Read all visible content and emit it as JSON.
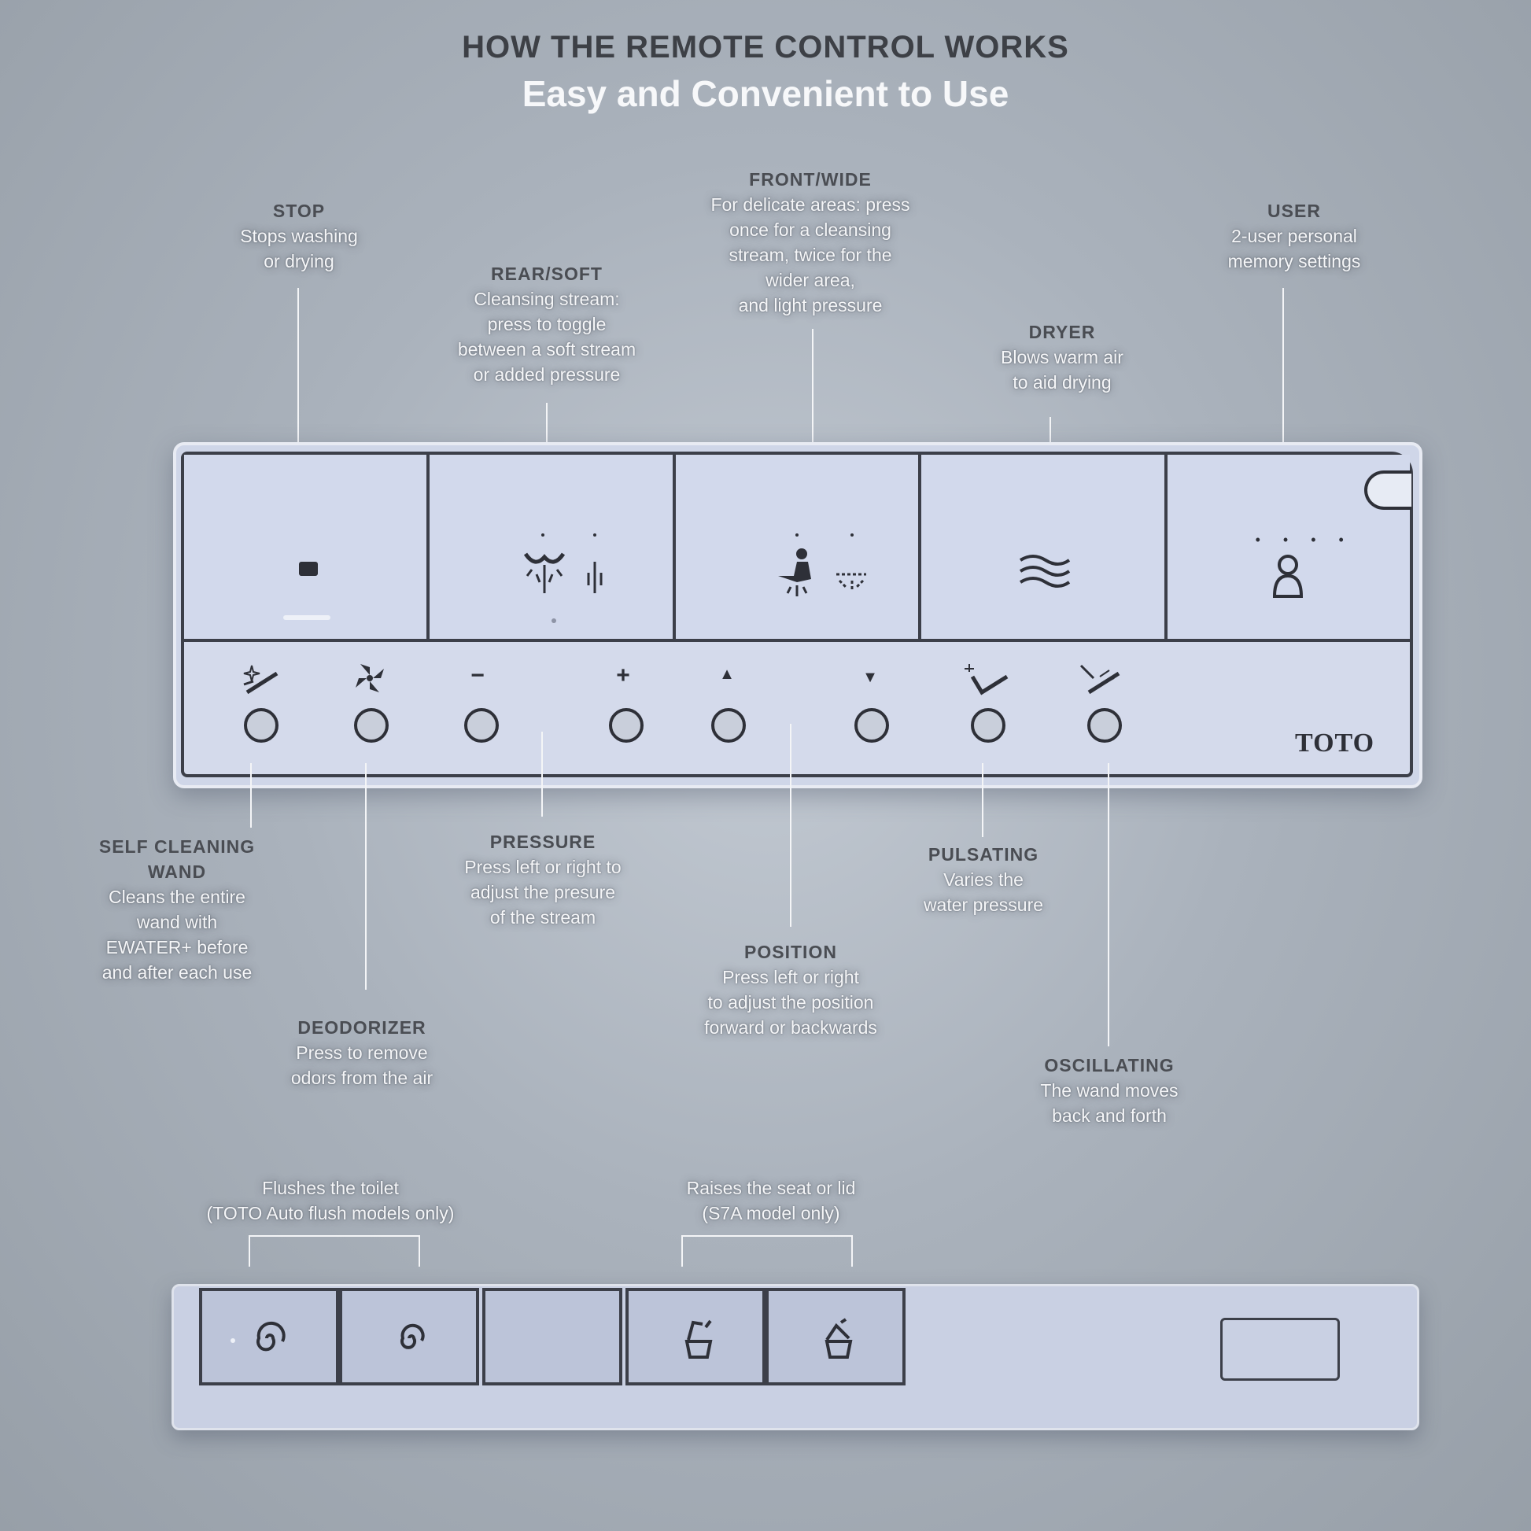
{
  "title": "HOW THE REMOTE CONTROL WORKS",
  "subtitle": "Easy and Convenient to Use",
  "brand": "TOTO",
  "annotations": {
    "stop": {
      "heading": "STOP",
      "lines": [
        "Stops washing",
        "or drying"
      ]
    },
    "rear_soft": {
      "heading": "REAR/SOFT",
      "lines": [
        "Cleansing stream:",
        "press to toggle",
        "between a soft stream",
        "or added pressure"
      ]
    },
    "front_wide": {
      "heading": "FRONT/WIDE",
      "lines": [
        "For delicate areas: press",
        "once for a cleansing",
        "stream,  twice for the",
        "wider area,",
        "and light pressure"
      ]
    },
    "dryer": {
      "heading": "DRYER",
      "lines": [
        "Blows warm air",
        "to aid drying"
      ]
    },
    "user": {
      "heading": "USER",
      "lines": [
        "2-user personal",
        "memory settings"
      ]
    },
    "self_cleaning": {
      "heading": "SELF CLEANING",
      "heading2": "WAND",
      "lines": [
        "Cleans the entire",
        "wand with",
        "EWATER+ before",
        "and after each use"
      ]
    },
    "deodorizer": {
      "heading": "DEODORIZER",
      "lines": [
        "Press to remove",
        "odors from the air"
      ]
    },
    "pressure": {
      "heading": "PRESSURE",
      "lines": [
        "Press left or right to",
        "adjust the presure",
        "of the stream"
      ]
    },
    "position": {
      "heading": "POSITION",
      "lines": [
        "Press left or right",
        "to adjust the position",
        "forward or backwards"
      ]
    },
    "pulsating": {
      "heading": "PULSATING",
      "lines": [
        "Varies the",
        "water pressure"
      ]
    },
    "oscillating": {
      "heading": "OSCILLATING",
      "lines": [
        "The wand moves",
        "back and forth"
      ]
    },
    "flush": {
      "lines": [
        "Flushes the toilet",
        "(TOTO Auto flush models only)"
      ]
    },
    "raise": {
      "lines": [
        "Raises the seat or lid",
        "(S7A model only)"
      ]
    }
  },
  "small_button_symbols": {
    "minus": "−",
    "plus": "+",
    "up": "▲",
    "down": "▼"
  },
  "colors": {
    "accent_dark": "#3c3f49",
    "remote_body": "#d2d9ec"
  }
}
